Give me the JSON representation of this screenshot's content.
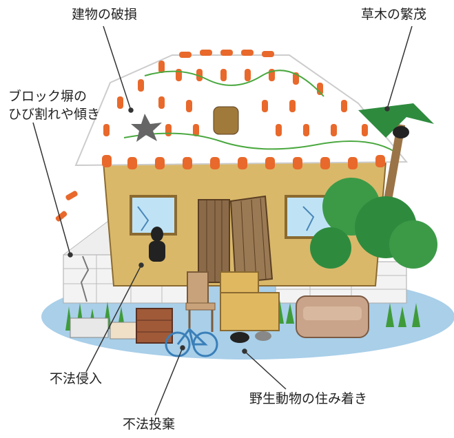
{
  "labels": {
    "building_damage": "建物の破損",
    "vegetation": "草木の繁茂",
    "wall_line1": "ブロック塀の",
    "wall_line2": "ひび割れや傾き",
    "intrusion": "不法侵入",
    "dumping": "不法投棄",
    "animals": "野生動物の住み着き"
  },
  "colors": {
    "roof_tile": "#e8692b",
    "roof_white": "#ffffff",
    "wall": "#d9b86a",
    "ground": "#a9cfe9",
    "grass": "#3f9b3a",
    "tree": "#2e8b3e",
    "block_wall": "#eeeeee"
  }
}
